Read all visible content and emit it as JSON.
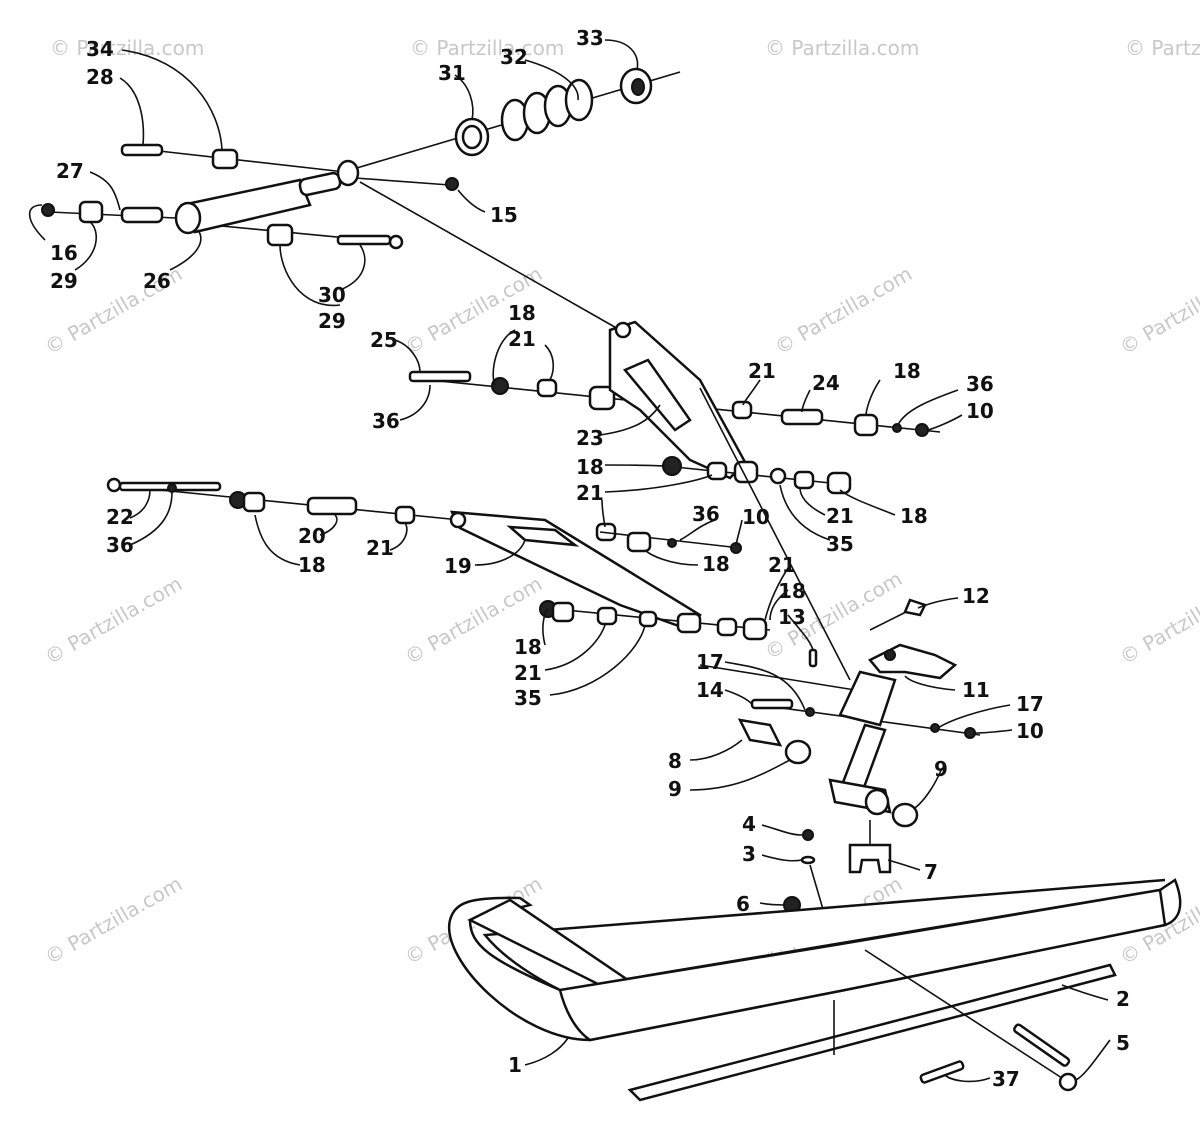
{
  "watermark": "© Partzilla.com",
  "callouts": {
    "c34": "34",
    "c28": "28",
    "c32": "32",
    "c33": "33",
    "c31": "31",
    "c27": "27",
    "c15": "15",
    "c16": "16",
    "c29a": "29",
    "c26": "26",
    "c30": "30",
    "c29b": "29",
    "c25": "25",
    "c18a": "18",
    "c21a": "21",
    "c36a": "36",
    "c23": "23",
    "c21b": "21",
    "c24": "24",
    "c18b": "18",
    "c36b": "36",
    "c10a": "10",
    "c18c": "18",
    "c21c": "21",
    "c21d": "21",
    "c18d": "18",
    "c35a": "35",
    "c22": "22",
    "c36c": "36",
    "c20": "20",
    "c18e": "18",
    "c21e": "21",
    "c19": "19",
    "c36d": "36",
    "c10b": "10",
    "c18f": "18",
    "c21f": "21",
    "c18g": "18",
    "c13": "13",
    "c18h": "18",
    "c21g": "21",
    "c35b": "35",
    "c12": "12",
    "c17a": "17",
    "c14": "14",
    "c11": "11",
    "c17b": "17",
    "c10c": "10",
    "c8": "8",
    "c9a": "9",
    "c9b": "9",
    "c4": "4",
    "c3": "3",
    "c7": "7",
    "c6": "6",
    "c2": "2",
    "c1": "1",
    "c5": "5",
    "c37": "37"
  }
}
